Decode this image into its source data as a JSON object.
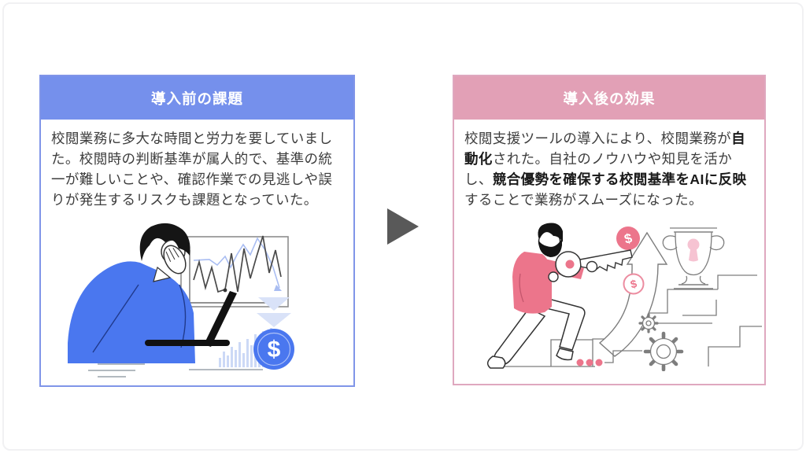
{
  "colors": {
    "before_accent": "#7590EC",
    "before_border": "#8095E8",
    "after_accent": "#E2A0B6",
    "after_border": "#DFA8BF",
    "illustration_blue": "#4A77EF",
    "illustration_blue_light": "#D9E2F8",
    "illustration_pink": "#EC758B",
    "illustration_pink_light": "#F6C3D2",
    "arrow_gray": "#595959",
    "body_text": "#3D3D3D"
  },
  "before_card": {
    "title": "導入前の課題",
    "lines": [
      "校閲業務に多大な時間と労力を要していまし",
      "た。校閲時の判断基準が属人的で、基準の統",
      "一が難しいことや、確認作業での見逃しや誤",
      "りが発生するリスクも課題となっていた。"
    ],
    "coin_symbol": "$",
    "icons": [
      "stressed-person",
      "line-chart",
      "laptop",
      "bar-chart",
      "double-down-arrow",
      "dollar-coin",
      "text-lines"
    ]
  },
  "after_card": {
    "title": "導入後の効果",
    "lines": [
      [
        {
          "t": "校閲支援ツールの導入により、校閲業務が",
          "b": false
        },
        {
          "t": "自",
          "b": true
        }
      ],
      [
        {
          "t": "動化",
          "b": true
        },
        {
          "t": "された。自社のノウハウや知見を活か",
          "b": false
        }
      ],
      [
        {
          "t": "し、",
          "b": false
        },
        {
          "t": "競合優勢を確保する校閲基準をAIに反映",
          "b": true
        }
      ],
      [
        {
          "t": "することで業務がスムーズになった。",
          "b": false
        }
      ]
    ],
    "coin_symbol": "$",
    "coin_symbol_2": "$",
    "icons": [
      "climbing-person",
      "key",
      "dollar-coin",
      "dollar-coin-outline",
      "up-arrow",
      "trophy",
      "stairs",
      "gears",
      "ellipsis-dots"
    ]
  },
  "transition": {
    "arrow_direction": "right"
  }
}
